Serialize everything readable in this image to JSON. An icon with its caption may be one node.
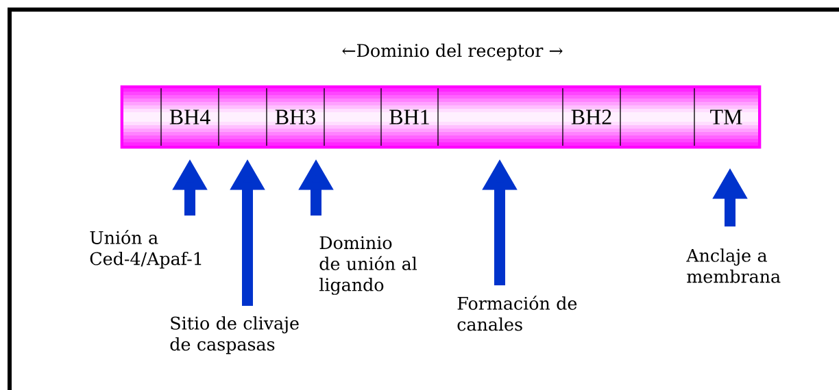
{
  "diagram": {
    "title": "←Dominio del receptor →",
    "nodes": [
      {
        "text": [],
        "shape": "bar"
      },
      {
        "text": [],
        "shape": "box",
        "in": 0
      },
      {
        "text": [
          "BH4"
        ],
        "in": 0
      },
      {
        "text": [],
        "shape": "box",
        "in": 0
      },
      {
        "text": [
          "BH3"
        ],
        "in": 0
      },
      {
        "text": [],
        "shape": "box",
        "in": 0
      },
      {
        "text": [
          "BH1"
        ],
        "in": 0
      },
      {
        "text": [],
        "shape": "box",
        "in": 0
      },
      {
        "text": [
          "BH2"
        ],
        "in": 0
      },
      {
        "text": [],
        "shape": "box",
        "in": 0
      },
      {
        "text": [
          "TM"
        ],
        "in": 0
      },
      {
        "text": [
          "Unión a Ced-4/Apaf-1"
        ]
      },
      {
        "text": [
          "Sitio de clivaje de caspasas"
        ]
      },
      {
        "text": [
          "Dominio de unión al ligando"
        ]
      },
      {
        "text": [
          "Formación de canales"
        ]
      },
      {
        "text": [
          "Anclaje a membrana"
        ]
      }
    ],
    "edges": [
      {
        "from": 11,
        "to": 2,
        "arrow": "to"
      },
      {
        "from": 12,
        "to": 3,
        "arrow": "to"
      },
      {
        "from": 13,
        "to": 4,
        "arrow": "to"
      },
      {
        "from": 14,
        "to": 7,
        "arrow": "to"
      },
      {
        "from": 15,
        "to": 10,
        "arrow": "to"
      }
    ]
  }
}
